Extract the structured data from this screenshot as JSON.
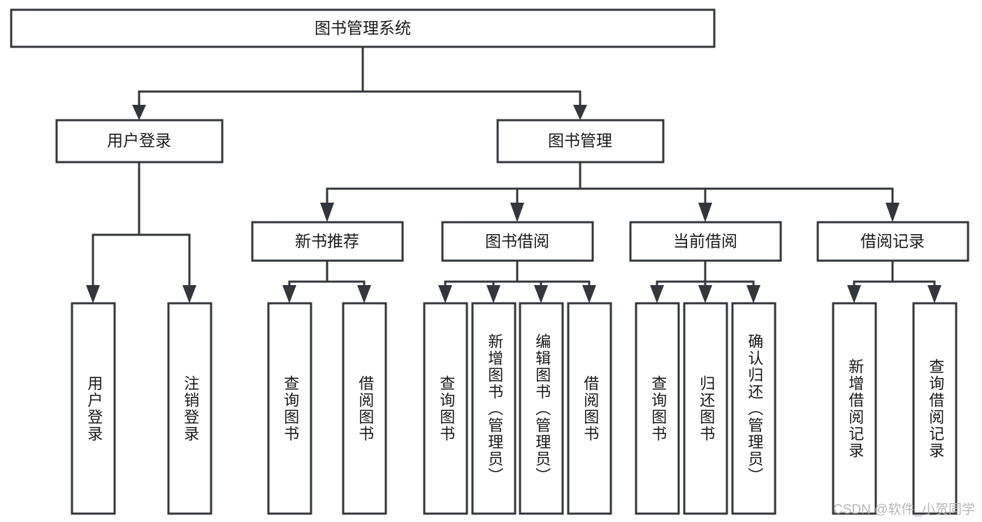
{
  "diagram": {
    "type": "tree-hierarchy",
    "title": "图书管理系统",
    "watermark": "CSDN @软件_小贺同学",
    "colors": {
      "stroke": "#33363b",
      "box_fill": "#ffffff",
      "text": "#1a1a1a",
      "watermark": "#b7b7b7",
      "background": "#ffffff"
    },
    "root": {
      "label": "图书管理系统"
    },
    "level2": [
      {
        "label": "用户登录"
      },
      {
        "label": "图书管理"
      }
    ],
    "level3": [
      {
        "label": "新书推荐"
      },
      {
        "label": "图书借阅"
      },
      {
        "label": "当前借阅"
      },
      {
        "label": "借阅记录"
      }
    ],
    "leaves": {
      "user_login": [
        {
          "label": "用户登录"
        },
        {
          "label": "注销登录"
        }
      ],
      "new_book_recommend": [
        {
          "label": "查询图书"
        },
        {
          "label": "借阅图书"
        }
      ],
      "book_borrow": [
        {
          "label": "查询图书"
        },
        {
          "label": "新增图书（管理员）"
        },
        {
          "label": "编辑图书（管理员）"
        },
        {
          "label": "借阅图书"
        }
      ],
      "current_borrow": [
        {
          "label": "查询图书"
        },
        {
          "label": "归还图书"
        },
        {
          "label": "确认归还（管理员）"
        }
      ],
      "borrow_records": [
        {
          "label": "新增借阅记录"
        },
        {
          "label": "查询借阅记录"
        }
      ]
    }
  }
}
